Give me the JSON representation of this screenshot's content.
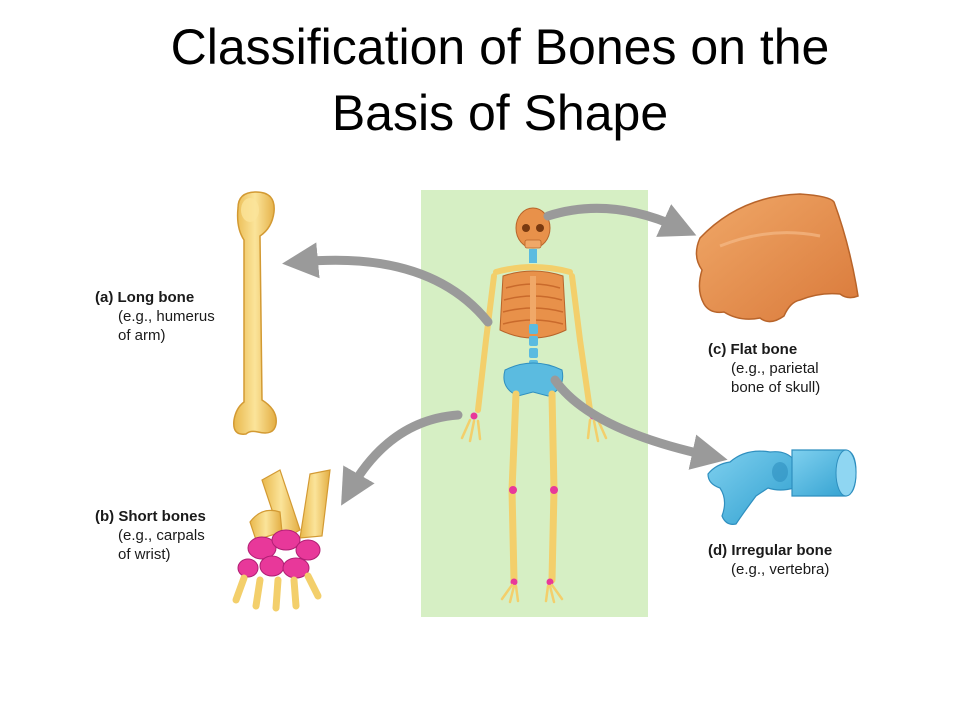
{
  "title": {
    "line1": "Classification of Bones on the",
    "line2": "Basis of Shape"
  },
  "labels": {
    "long": {
      "letter": "(a)",
      "name": "Long bone",
      "ex1": "(e.g., humerus",
      "ex2": "of arm)"
    },
    "short": {
      "letter": "(b)",
      "name": "Short bones",
      "ex1": "(e.g., carpals",
      "ex2": "of wrist)"
    },
    "flat": {
      "letter": "(c)",
      "name": "Flat bone",
      "ex1": "(e.g., parietal",
      "ex2": "bone of skull)"
    },
    "irreg": {
      "letter": "(d)",
      "name": "Irregular bone",
      "ex1": "(e.g., vertebra)"
    }
  },
  "colors": {
    "panel": "#d6efc4",
    "bone_yellow": "#f3cf6b",
    "bone_orange": "#e8914a",
    "bone_blue": "#5bbbe0",
    "carpal_pink": "#e8389a",
    "arrow_gray": "#9a9a9a"
  }
}
